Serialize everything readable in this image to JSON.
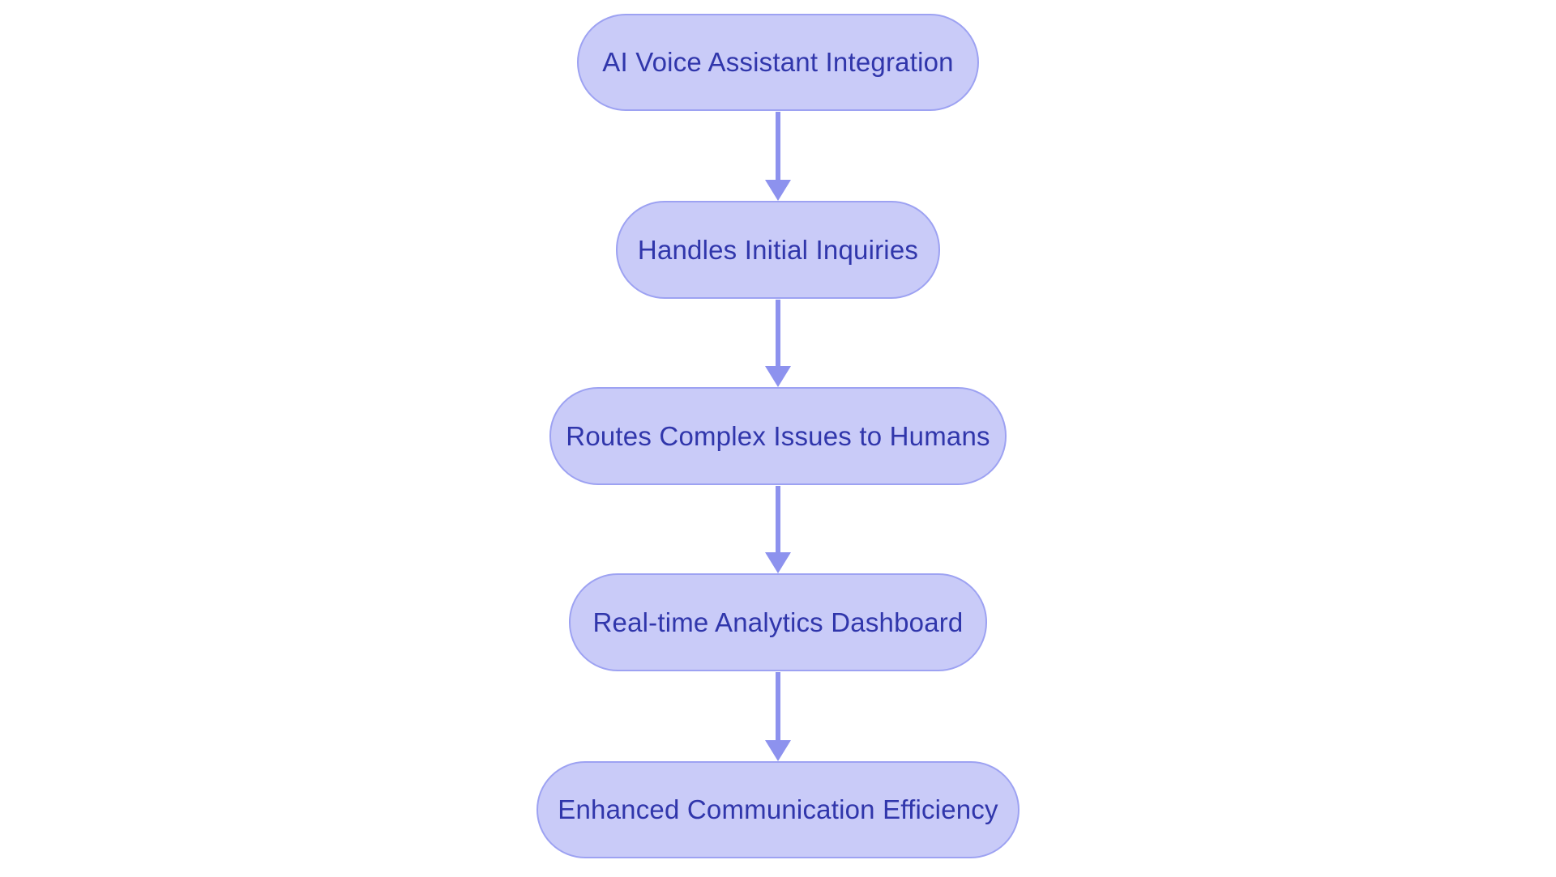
{
  "diagram": {
    "type": "flowchart",
    "direction": "top-down",
    "nodes": [
      {
        "id": "n1",
        "label": "AI Voice Assistant Integration"
      },
      {
        "id": "n2",
        "label": "Handles Initial Inquiries"
      },
      {
        "id": "n3",
        "label": "Routes Complex Issues to Humans"
      },
      {
        "id": "n4",
        "label": "Real-time Analytics Dashboard"
      },
      {
        "id": "n5",
        "label": "Enhanced Communication Efficiency"
      }
    ],
    "edges": [
      {
        "from": "n1",
        "to": "n2"
      },
      {
        "from": "n2",
        "to": "n3"
      },
      {
        "from": "n3",
        "to": "n4"
      },
      {
        "from": "n4",
        "to": "n5"
      }
    ],
    "colors": {
      "node_fill": "#c9cbf8",
      "node_border": "#9da2f2",
      "node_text": "#3036ab",
      "arrow": "#8d92ee",
      "background": "#ffffff"
    }
  }
}
